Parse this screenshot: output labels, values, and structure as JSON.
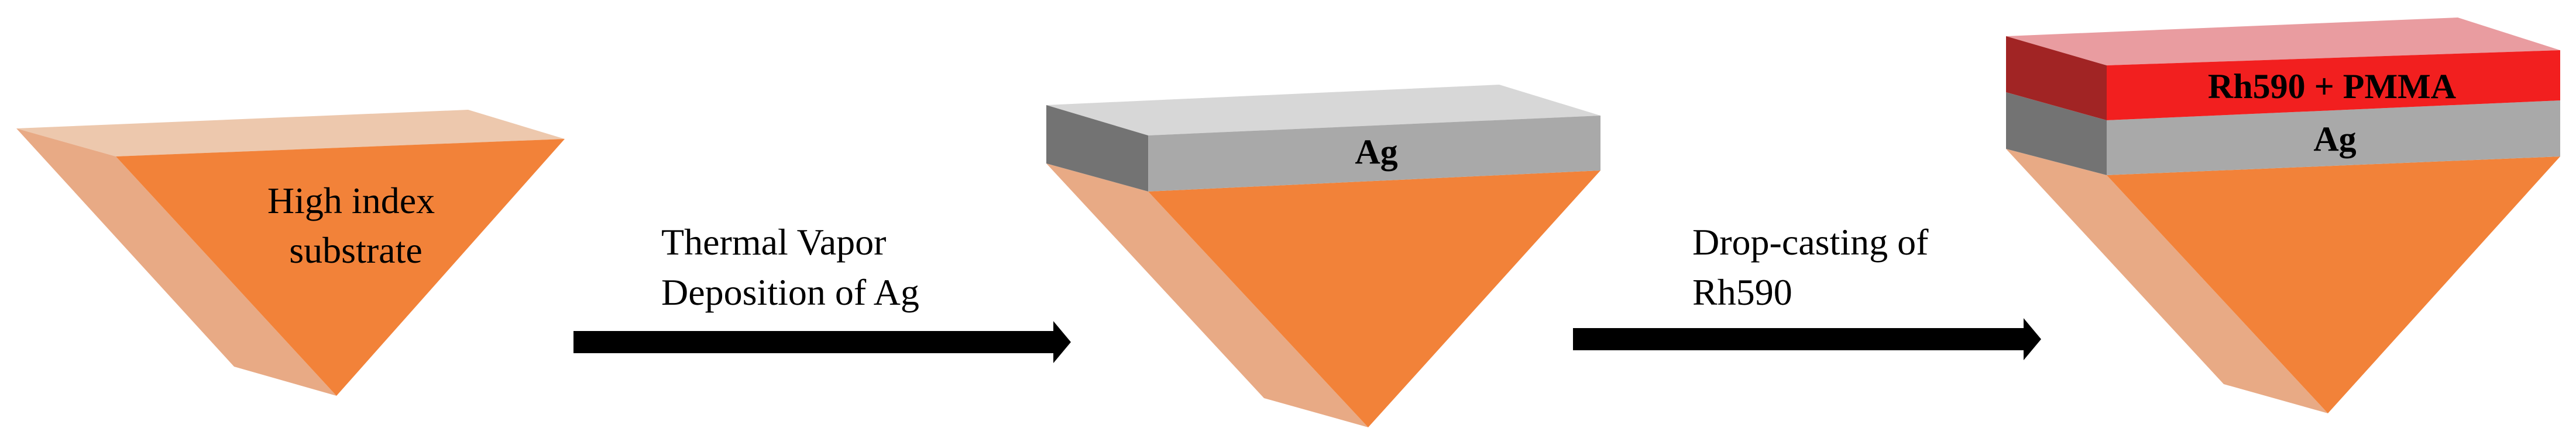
{
  "substrate_label_lines": [
    "High index",
    "substrate"
  ],
  "step1_caption": "Thermal Vapor\nDeposition of Ag",
  "step2_caption": "Drop-casting of\nRh590",
  "stage2_layer_label": "Ag",
  "stage3_ag_label": "Ag",
  "stage3_dye_label": "Rh590 + PMMA",
  "colors": {
    "substrate_front": "#f28239",
    "substrate_side": "#e8aa85",
    "substrate_top": "#edc8ad",
    "ag_front": "#a9a9a9",
    "ag_side": "#737373",
    "ag_top": "#d7d7d7",
    "dye_front": "#f21f1f",
    "dye_side": "#a12424",
    "dye_top": "#e99ca0",
    "arrow": "#000000"
  }
}
